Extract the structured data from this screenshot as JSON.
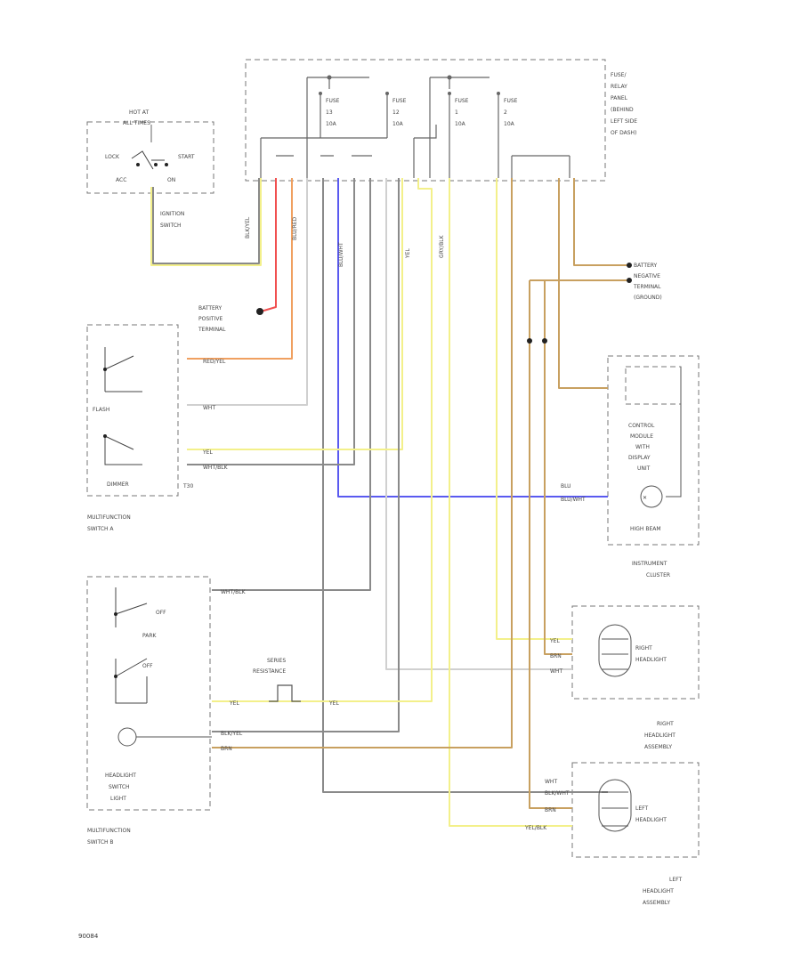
{
  "labels": {
    "fuse_box": [
      "FUSE/",
      "RELAY",
      "PANEL",
      "(BEHIND",
      "LEFT SIDE",
      "OF DASH)"
    ],
    "hot_in_run": [
      "HOT AT",
      "ALL TIMES"
    ],
    "ign_positions": [
      "LOCK",
      "START",
      "ACC",
      "ON"
    ],
    "ignition_switch": [
      "IGNITION",
      "SWITCH"
    ],
    "fuses": [
      {
        "name": "FUSE",
        "num": "13",
        "amp": "10A"
      },
      {
        "name": "FUSE",
        "num": "12",
        "amp": "10A"
      },
      {
        "name": "FUSE",
        "num": "1",
        "amp": "10A"
      },
      {
        "name": "FUSE",
        "num": "2",
        "amp": "10A"
      }
    ],
    "battery_pos": [
      "BATTERY",
      "POSITIVE",
      "TERMINAL"
    ],
    "battery_neg": [
      "BATTERY",
      "NEGATIVE",
      "TERMINAL",
      "(GROUND)"
    ],
    "switch_a_items": [
      "FLASH",
      "DIMMER",
      "T30"
    ],
    "multi_a": [
      "MULTIFUNCTION",
      "SWITCH A"
    ],
    "multi_b": [
      "MULTIFUNCTION",
      "SWITCH B"
    ],
    "control_module": [
      "CONTROL",
      "MODULE",
      "WITH",
      "DISPLAY",
      "UNIT"
    ],
    "high_beam": "HIGH BEAM",
    "instrument_cluster": [
      "INSTRUMENT",
      "CLUSTER"
    ],
    "switch_b_items": [
      "OFF",
      "PARK",
      "OFF"
    ],
    "headlight_switch_light": [
      "HEADLIGHT",
      "SWITCH",
      "LIGHT"
    ],
    "series_resistance": [
      "SERIES",
      "RESISTANCE"
    ],
    "right_headlight": [
      "RIGHT",
      "HEADLIGHT"
    ],
    "right_assembly": [
      "RIGHT",
      "HEADLIGHT",
      "ASSEMBLY"
    ],
    "left_headlight": [
      "LEFT",
      "HEADLIGHT"
    ],
    "left_assembly": [
      "LEFT",
      "HEADLIGHT",
      "ASSEMBLY"
    ],
    "figure_code": "90084"
  },
  "wire_labels": {
    "red_yel": "RED/YEL",
    "wht": "WHT",
    "yel": "YEL",
    "wht_blk": "WHT/BLK",
    "blu_wht": "BLU/WHT",
    "blk_yel": "BLK/YEL",
    "brn": "BRN",
    "yel_blk": "YEL/BLK",
    "blu": "BLU",
    "wht_b": "WHT/BLK",
    "blk_wht": "BLK/WHT",
    "blu_red": "BLU/RED",
    "gry_blk": "GRY/BLK"
  },
  "colors": {
    "yellow": "#f3f08a",
    "red": "#f05050",
    "orange": "#f0a060",
    "blue": "#5a5af0",
    "brown": "#c8a060",
    "gray": "#8a8a8a",
    "light_gray": "#c8c8c8",
    "outline": "#777777"
  }
}
